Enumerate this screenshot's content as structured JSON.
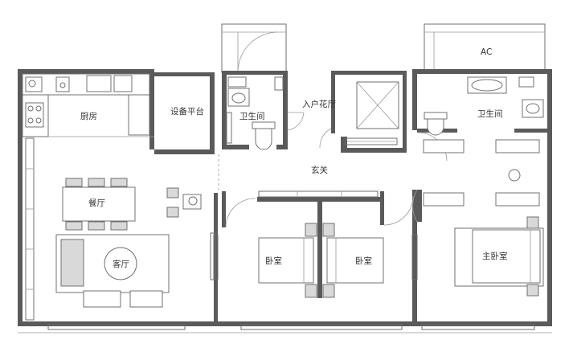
{
  "rooms": {
    "kitchen": "厨房",
    "equipment_platform": "设备平台",
    "bathroom_1": "卫生间",
    "entry_garden_hall": "入户花厅",
    "ac": "AC",
    "bathroom_2": "卫生间",
    "foyer": "玄关",
    "dining": "餐厅",
    "living": "客厅",
    "bedroom_1": "卧室",
    "bedroom_2": "卧室",
    "master_bedroom": "主卧室"
  },
  "colors": {
    "wall": "#5a5a5a",
    "line": "#6f6f6f",
    "background": "#ffffff"
  }
}
